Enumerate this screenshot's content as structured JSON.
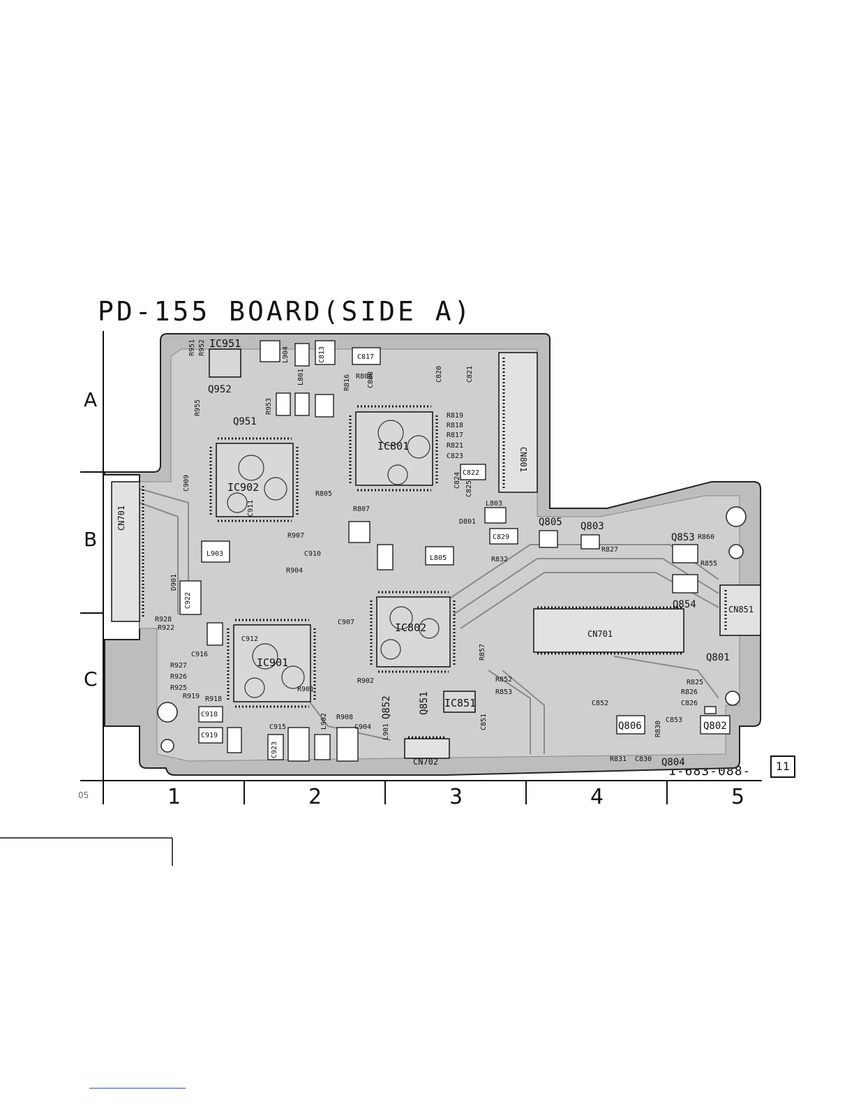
{
  "title": "PD-155 BOARD(SIDE A)",
  "rows": [
    "A",
    "B",
    "C"
  ],
  "columns": [
    "1",
    "2",
    "3",
    "4",
    "5"
  ],
  "page_code": "05",
  "part_number": "1-683-088-",
  "sheet_number": "11",
  "ic_labels": [
    "IC951",
    "IC902",
    "IC801",
    "IC901",
    "IC802",
    "IC851"
  ],
  "connector_labels": [
    "CN801",
    "CN701",
    "CN851",
    "CN702",
    "CN701"
  ],
  "transistor_labels": [
    "Q952",
    "Q951",
    "Q805",
    "Q803",
    "Q853",
    "Q854",
    "Q801",
    "Q802",
    "Q806",
    "Q804",
    "Q852",
    "Q851"
  ],
  "component_labels": [
    "L904",
    "L801",
    "L902",
    "L903",
    "L805",
    "L803",
    "L901",
    "D901",
    "D801",
    "C822",
    "C825",
    "C829",
    "C817",
    "C813",
    "C820",
    "C821",
    "C922",
    "C918",
    "C919",
    "C923",
    "C915",
    "C910",
    "R827",
    "R832",
    "R852",
    "R853",
    "R855",
    "R860",
    "R825",
    "R826",
    "C826",
    "C852",
    "C853",
    "R830",
    "R831",
    "C830",
    "R928",
    "R922",
    "R927",
    "R926",
    "R925",
    "R919",
    "R918",
    "C912",
    "C916",
    "R955",
    "R953",
    "R951",
    "R952",
    "R805",
    "R807",
    "C808",
    "R816",
    "R806",
    "R819",
    "R818",
    "R817",
    "R821",
    "C823",
    "C824",
    "C909",
    "C911",
    "R907",
    "R904",
    "R901",
    "R902",
    "R908",
    "C904",
    "C907",
    "R857",
    "C851"
  ]
}
